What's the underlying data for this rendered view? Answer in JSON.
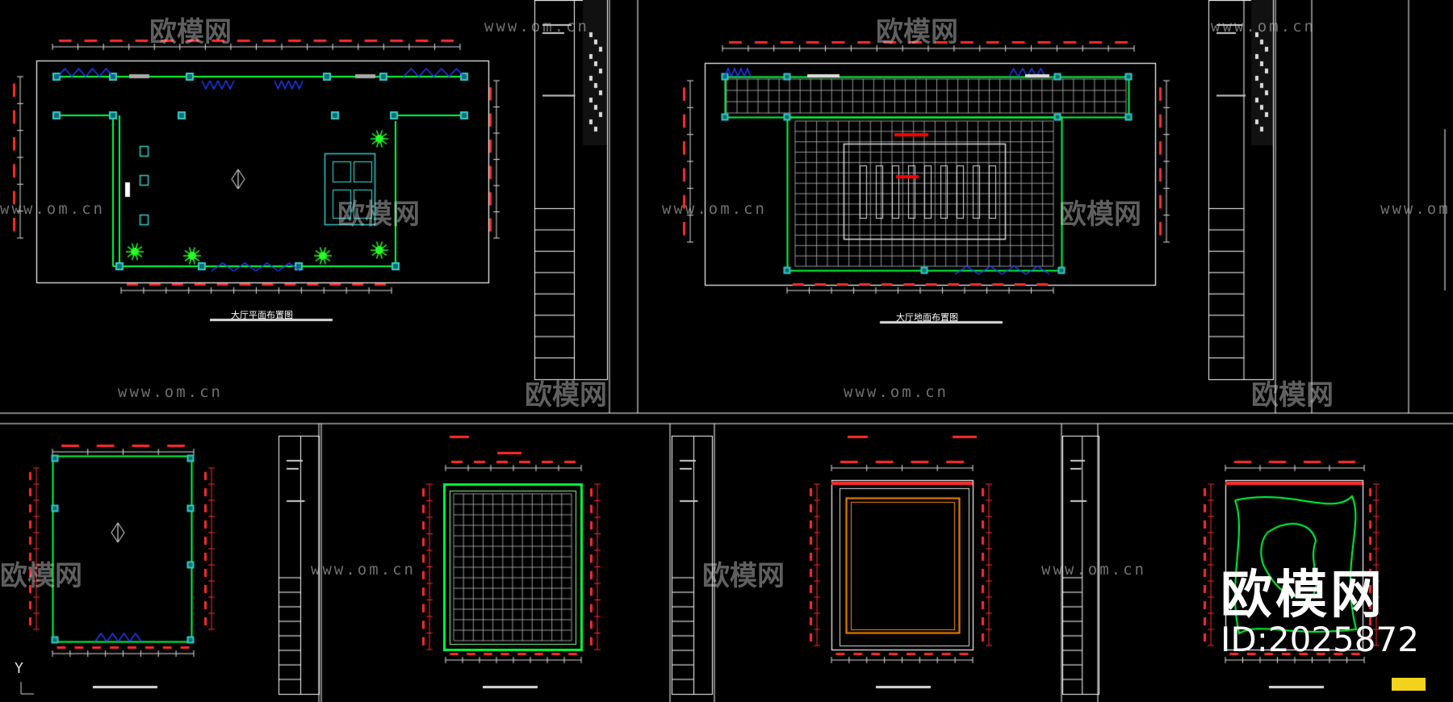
{
  "drawing": {
    "plan_titles": [
      "大厅平面布置图",
      "大厅地面布置图"
    ],
    "watermark": {
      "url_text": "www.om.cn",
      "logo_text": "欧模网"
    },
    "brand_overlay": {
      "logo": "欧模网",
      "id_label": "ID:2025872"
    },
    "ucs_axis_label": "Y"
  },
  "colors": {
    "background": "#000000",
    "frame": "#ffffff",
    "wall": "#00ff3c",
    "column": "#36c9c9",
    "door": "#1f3dff",
    "dimension": "#ff2b2b",
    "plant": "#22ff22",
    "ceiling_inner": "#ff8c00",
    "accent_bar": "#ff0000"
  }
}
